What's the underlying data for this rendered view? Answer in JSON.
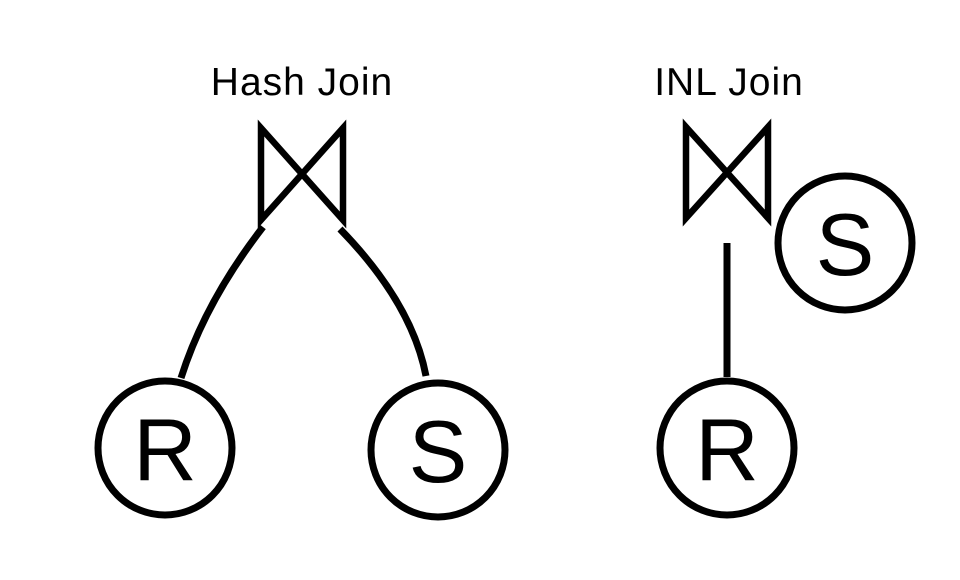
{
  "colors": {
    "ink": "#000000",
    "background": "#ffffff"
  },
  "diagrams": [
    {
      "title": "Hash Join",
      "operator_icon": "bowtie-join",
      "children": [
        {
          "label": "R"
        },
        {
          "label": "S"
        }
      ]
    },
    {
      "title": "INL Join",
      "operator_icon": "bowtie-join",
      "outer_child": {
        "label": "R"
      },
      "inner_relation": {
        "label": "S"
      }
    }
  ]
}
